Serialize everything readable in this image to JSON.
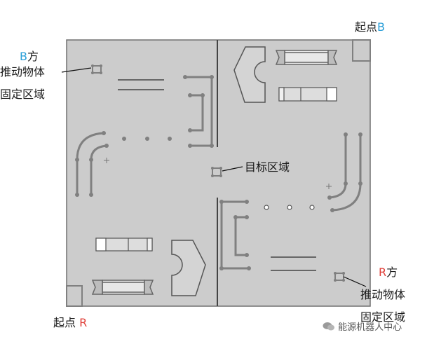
{
  "labels": {
    "start_b_prefix": "起点",
    "start_b_letter": "B",
    "b_side_prefix": "B",
    "b_side_suffix": "方",
    "b_push_object": "推动物体",
    "b_fixed_area": "固定区域",
    "target_area": "目标区域",
    "r_side_prefix": "R",
    "r_side_suffix": "方",
    "r_push_object": "推动物体",
    "r_fixed_area": "固定区域",
    "start_r_prefix": "起点",
    "start_r_letter": "R"
  },
  "watermark": {
    "text": "能源机器人中心",
    "icon": "wechat-icon"
  },
  "colors": {
    "field": "#cccccc",
    "field_border": "#707070",
    "element": "#858585",
    "blue_text": "#2a9fd8",
    "red_text": "#e0403a"
  }
}
